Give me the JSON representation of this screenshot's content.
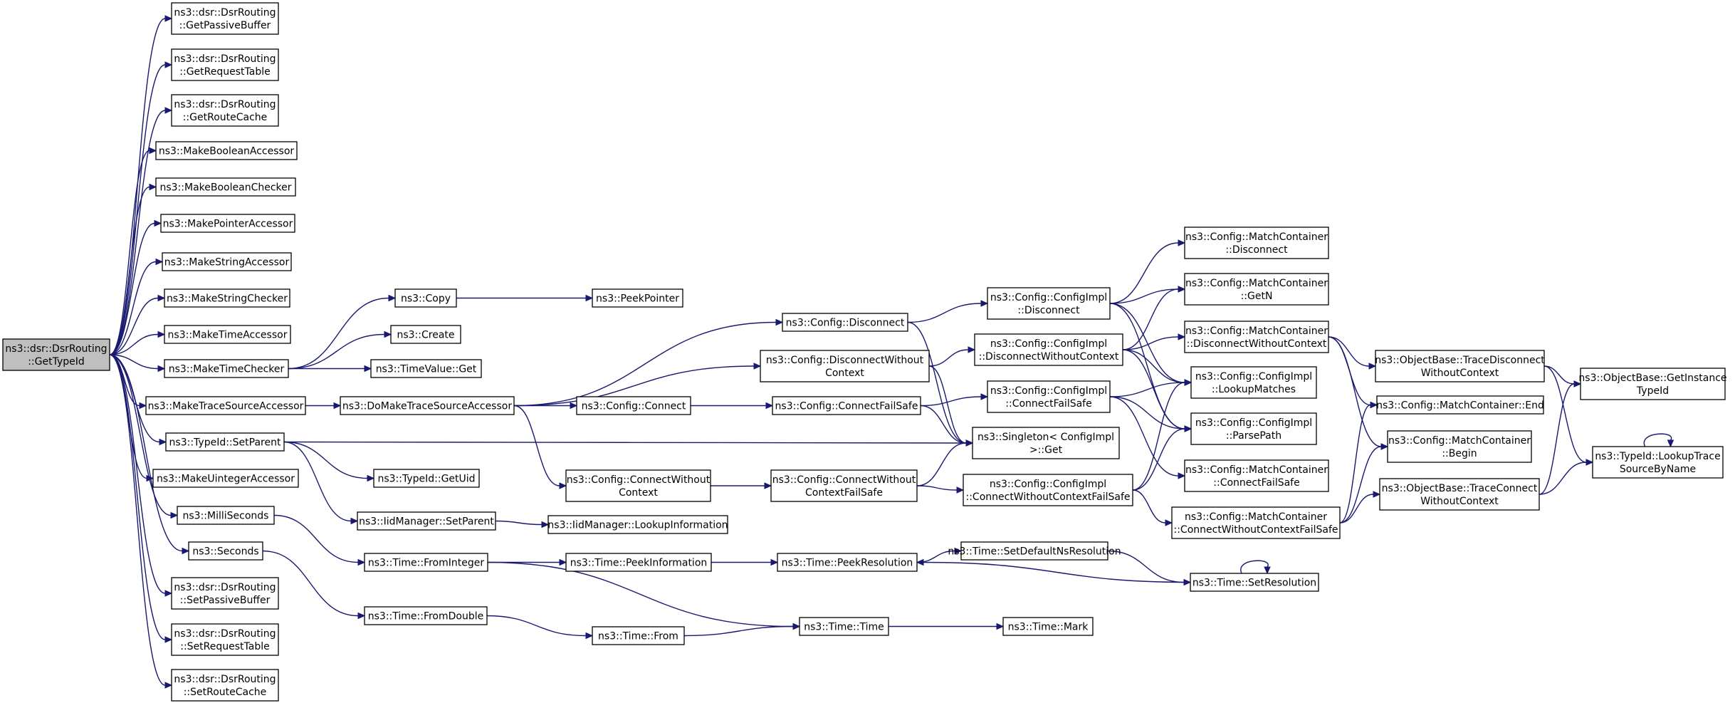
{
  "colors": {
    "edge": "#191970",
    "root_fill": "#bfbfbf",
    "node_fill": "#ffffff",
    "border": "#000000"
  },
  "nodes": {
    "root": [
      "ns3::dsr::DsrRouting",
      "::GetTypeId"
    ],
    "getPassiveBuffer": [
      "ns3::dsr::DsrRouting",
      "::GetPassiveBuffer"
    ],
    "getRequestTable": [
      "ns3::dsr::DsrRouting",
      "::GetRequestTable"
    ],
    "getRouteCache": [
      "ns3::dsr::DsrRouting",
      "::GetRouteCache"
    ],
    "makeBooleanAccessor": [
      "ns3::MakeBooleanAccessor"
    ],
    "makeBooleanChecker": [
      "ns3::MakeBooleanChecker"
    ],
    "makePointerAccessor": [
      "ns3::MakePointerAccessor"
    ],
    "makeStringAccessor": [
      "ns3::MakeStringAccessor"
    ],
    "makeStringChecker": [
      "ns3::MakeStringChecker"
    ],
    "makeTimeAccessor": [
      "ns3::MakeTimeAccessor"
    ],
    "makeTimeChecker": [
      "ns3::MakeTimeChecker"
    ],
    "makeTraceSourceAccessor": [
      "ns3::MakeTraceSourceAccessor"
    ],
    "typeIdSetParent": [
      "ns3::TypeId::SetParent"
    ],
    "makeUintegerAccessor": [
      "ns3::MakeUintegerAccessor"
    ],
    "milliSeconds": [
      "ns3::MilliSeconds"
    ],
    "seconds": [
      "ns3::Seconds"
    ],
    "setPassiveBuffer": [
      "ns3::dsr::DsrRouting",
      "::SetPassiveBuffer"
    ],
    "setRequestTable": [
      "ns3::dsr::DsrRouting",
      "::SetRequestTable"
    ],
    "setRouteCache": [
      "ns3::dsr::DsrRouting",
      "::SetRouteCache"
    ],
    "copy": [
      "ns3::Copy"
    ],
    "create": [
      "ns3::Create"
    ],
    "timeValueGet": [
      "ns3::TimeValue::Get"
    ],
    "doMakeTraceSourceAccessor": [
      "ns3::DoMakeTraceSourceAccessor"
    ],
    "typeIdGetUid": [
      "ns3::TypeId::GetUid"
    ],
    "iidSetParent": [
      "ns3::IidManager::SetParent"
    ],
    "timeFromInteger": [
      "ns3::Time::FromInteger"
    ],
    "timeFromDouble": [
      "ns3::Time::FromDouble"
    ],
    "peekPointer": [
      "ns3::PeekPointer"
    ],
    "configDisconnect": [
      "ns3::Config::Disconnect"
    ],
    "configDisconnectWithoutContext": [
      "ns3::Config::DisconnectWithout",
      "Context"
    ],
    "configConnect": [
      "ns3::Config::Connect"
    ],
    "configConnectWithoutContext": [
      "ns3::Config::ConnectWithout",
      "Context"
    ],
    "iidLookupInformation": [
      "ns3::IidManager::LookupInformation"
    ],
    "timePeekInformation": [
      "ns3::Time::PeekInformation"
    ],
    "timeFrom": [
      "ns3::Time::From"
    ],
    "configConnectFailSafe": [
      "ns3::Config::ConnectFailSafe"
    ],
    "configConnectWithoutContextFailSafe": [
      "ns3::Config::ConnectWithout",
      "ContextFailSafe"
    ],
    "timePeekResolution": [
      "ns3::Time::PeekResolution"
    ],
    "timeTime": [
      "ns3::Time::Time"
    ],
    "implDisconnect": [
      "ns3::Config::ConfigImpl",
      "::Disconnect"
    ],
    "implDisconnectWithoutContext": [
      "ns3::Config::ConfigImpl",
      "::DisconnectWithoutContext"
    ],
    "implConnectFailSafe": [
      "ns3::Config::ConfigImpl",
      "::ConnectFailSafe"
    ],
    "singletonGet": [
      "ns3::Singleton< ConfigImpl",
      " >::Get"
    ],
    "implConnectWithoutContextFailSafe": [
      "ns3::Config::ConfigImpl",
      "::ConnectWithoutContextFailSafe"
    ],
    "timeSetDefaultNsResolution": [
      "ns3::Time::SetDefaultNsResolution"
    ],
    "timeMark": [
      "ns3::Time::Mark"
    ],
    "mcDisconnect": [
      "ns3::Config::MatchContainer",
      "::Disconnect"
    ],
    "mcGetN": [
      "ns3::Config::MatchContainer",
      "::GetN"
    ],
    "mcDisconnectWithoutContext": [
      "ns3::Config::MatchContainer",
      "::DisconnectWithoutContext"
    ],
    "implLookupMatches": [
      "ns3::Config::ConfigImpl",
      "::LookupMatches"
    ],
    "implParsePath": [
      "ns3::Config::ConfigImpl",
      "::ParsePath"
    ],
    "mcConnectFailSafe": [
      "ns3::Config::MatchContainer",
      "::ConnectFailSafe"
    ],
    "mcConnectWithoutContextFailSafe": [
      "ns3::Config::MatchContainer",
      "::ConnectWithoutContextFailSafe"
    ],
    "timeSetResolution": [
      "ns3::Time::SetResolution"
    ],
    "obTraceDisconnectWithoutContext": [
      "ns3::ObjectBase::TraceDisconnect",
      "WithoutContext"
    ],
    "mcEnd": [
      "ns3::Config::MatchContainer::End"
    ],
    "mcBegin": [
      "ns3::Config::MatchContainer",
      "::Begin"
    ],
    "obTraceConnectWithoutContext": [
      "ns3::ObjectBase::TraceConnect",
      "WithoutContext"
    ],
    "obGetInstanceTypeId": [
      "ns3::ObjectBase::GetInstance",
      "TypeId"
    ],
    "typeIdLookupTraceSourceByName": [
      "ns3::TypeId::LookupTrace",
      "SourceByName"
    ]
  },
  "edges": [
    [
      "root",
      "getPassiveBuffer"
    ],
    [
      "root",
      "getRequestTable"
    ],
    [
      "root",
      "getRouteCache"
    ],
    [
      "root",
      "makeBooleanAccessor"
    ],
    [
      "root",
      "makeBooleanChecker"
    ],
    [
      "root",
      "makePointerAccessor"
    ],
    [
      "root",
      "makeStringAccessor"
    ],
    [
      "root",
      "makeStringChecker"
    ],
    [
      "root",
      "makeTimeAccessor"
    ],
    [
      "root",
      "makeTimeChecker"
    ],
    [
      "root",
      "makeTraceSourceAccessor"
    ],
    [
      "root",
      "typeIdSetParent"
    ],
    [
      "root",
      "makeUintegerAccessor"
    ],
    [
      "root",
      "milliSeconds"
    ],
    [
      "root",
      "seconds"
    ],
    [
      "root",
      "setPassiveBuffer"
    ],
    [
      "root",
      "setRequestTable"
    ],
    [
      "root",
      "setRouteCache"
    ],
    [
      "makeTimeChecker",
      "copy"
    ],
    [
      "makeTimeChecker",
      "create"
    ],
    [
      "makeTimeChecker",
      "timeValueGet"
    ],
    [
      "copy",
      "peekPointer"
    ],
    [
      "makeTraceSourceAccessor",
      "doMakeTraceSourceAccessor"
    ],
    [
      "doMakeTraceSourceAccessor",
      "configDisconnect"
    ],
    [
      "doMakeTraceSourceAccessor",
      "configDisconnectWithoutContext"
    ],
    [
      "doMakeTraceSourceAccessor",
      "configConnect"
    ],
    [
      "doMakeTraceSourceAccessor",
      "configConnectWithoutContext"
    ],
    [
      "typeIdSetParent",
      "typeIdGetUid"
    ],
    [
      "typeIdSetParent",
      "iidSetParent"
    ],
    [
      "typeIdSetParent",
      "singletonGet"
    ],
    [
      "iidSetParent",
      "iidLookupInformation"
    ],
    [
      "milliSeconds",
      "timeFromInteger"
    ],
    [
      "seconds",
      "timeFromDouble"
    ],
    [
      "timeFromInteger",
      "timePeekInformation"
    ],
    [
      "timeFromInteger",
      "timeTime"
    ],
    [
      "timeFromDouble",
      "timeFrom"
    ],
    [
      "timeFrom",
      "timeTime"
    ],
    [
      "timePeekInformation",
      "timePeekResolution"
    ],
    [
      "timeTime",
      "timeMark"
    ],
    [
      "timePeekResolution",
      "timeSetDefaultNsResolution"
    ],
    [
      "timeSetDefaultNsResolution",
      "timeSetResolution"
    ],
    [
      "timeSetResolution",
      "timePeekResolution"
    ],
    [
      "timeSetResolution",
      "timeSetResolution"
    ],
    [
      "configDisconnect",
      "implDisconnect"
    ],
    [
      "configDisconnect",
      "singletonGet"
    ],
    [
      "configDisconnectWithoutContext",
      "implDisconnectWithoutContext"
    ],
    [
      "configDisconnectWithoutContext",
      "singletonGet"
    ],
    [
      "configConnect",
      "configConnectFailSafe"
    ],
    [
      "configConnectFailSafe",
      "implConnectFailSafe"
    ],
    [
      "configConnectFailSafe",
      "singletonGet"
    ],
    [
      "configConnectWithoutContext",
      "configConnectWithoutContextFailSafe"
    ],
    [
      "configConnectWithoutContextFailSafe",
      "implConnectWithoutContextFailSafe"
    ],
    [
      "configConnectWithoutContextFailSafe",
      "singletonGet"
    ],
    [
      "implDisconnect",
      "mcDisconnect"
    ],
    [
      "implDisconnect",
      "mcGetN"
    ],
    [
      "implDisconnect",
      "implLookupMatches"
    ],
    [
      "implDisconnect",
      "implParsePath"
    ],
    [
      "implDisconnectWithoutContext",
      "mcGetN"
    ],
    [
      "implDisconnectWithoutContext",
      "mcDisconnectWithoutContext"
    ],
    [
      "implDisconnectWithoutContext",
      "implLookupMatches"
    ],
    [
      "implDisconnectWithoutContext",
      "implParsePath"
    ],
    [
      "implConnectFailSafe",
      "implLookupMatches"
    ],
    [
      "implConnectFailSafe",
      "implParsePath"
    ],
    [
      "implConnectFailSafe",
      "mcConnectFailSafe"
    ],
    [
      "implConnectWithoutContextFailSafe",
      "implLookupMatches"
    ],
    [
      "implConnectWithoutContextFailSafe",
      "implParsePath"
    ],
    [
      "implConnectWithoutContextFailSafe",
      "mcConnectWithoutContextFailSafe"
    ],
    [
      "mcDisconnectWithoutContext",
      "obTraceDisconnectWithoutContext"
    ],
    [
      "mcDisconnectWithoutContext",
      "mcEnd"
    ],
    [
      "mcDisconnectWithoutContext",
      "mcBegin"
    ],
    [
      "mcConnectWithoutContextFailSafe",
      "mcEnd"
    ],
    [
      "mcConnectWithoutContextFailSafe",
      "mcBegin"
    ],
    [
      "mcConnectWithoutContextFailSafe",
      "obTraceConnectWithoutContext"
    ],
    [
      "obTraceDisconnectWithoutContext",
      "obGetInstanceTypeId"
    ],
    [
      "obTraceDisconnectWithoutContext",
      "typeIdLookupTraceSourceByName"
    ],
    [
      "obTraceConnectWithoutContext",
      "obGetInstanceTypeId"
    ],
    [
      "obTraceConnectWithoutContext",
      "typeIdLookupTraceSourceByName"
    ],
    [
      "typeIdLookupTraceSourceByName",
      "typeIdLookupTraceSourceByName"
    ]
  ]
}
